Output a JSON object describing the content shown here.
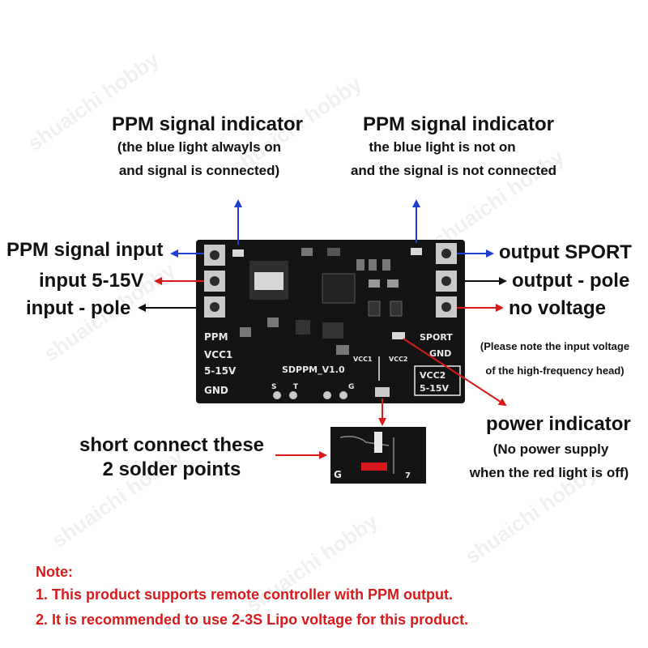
{
  "watermark": "shuaichi hobby",
  "labels": {
    "ppm_ind_left_title": "PPM signal indicator",
    "ppm_ind_left_line1": "(the blue light alwayls on",
    "ppm_ind_left_line2": "and signal is connected)",
    "ppm_ind_right_title": "PPM signal indicator",
    "ppm_ind_right_line1": "the blue light is not on",
    "ppm_ind_right_line2": "and the signal is not connected",
    "ppm_signal_input": "PPM signal input",
    "input_voltage": "input 5-15V",
    "input_neg": "input - pole",
    "output_sport": "output SPORT",
    "output_neg": "output - pole",
    "no_voltage": "no voltage",
    "hf_note_line1": "(Please note the input voltage",
    "hf_note_line2": "of the high-frequency head)",
    "power_ind_title": "power indicator",
    "power_ind_line1": "(No power supply",
    "power_ind_line2": "when the red light is off)",
    "short_line1": "short connect these",
    "short_line2": "2 solder points"
  },
  "board_silkscreen": {
    "ppm": "PPM",
    "vcc1": "VCC1",
    "range1": "5-15V",
    "gnd_left": "GND",
    "model": "SDPPM_V1.0",
    "vcc1_small": "VCC1",
    "vcc2_small": "VCC2",
    "sport": "SPORT",
    "gnd_right": "GND",
    "vcc2": "VCC2",
    "range2": "5-15V"
  },
  "notes": {
    "title": "Note:",
    "item1": "1. This product supports remote controller with PPM output.",
    "item2": "2. It is recommended to use 2-3S Lipo voltage for this product."
  },
  "colors": {
    "blue_arrow": "#1f3fd1",
    "red_arrow": "#d81a1a",
    "black_arrow": "#111111",
    "note_text": "#d81a1a"
  }
}
